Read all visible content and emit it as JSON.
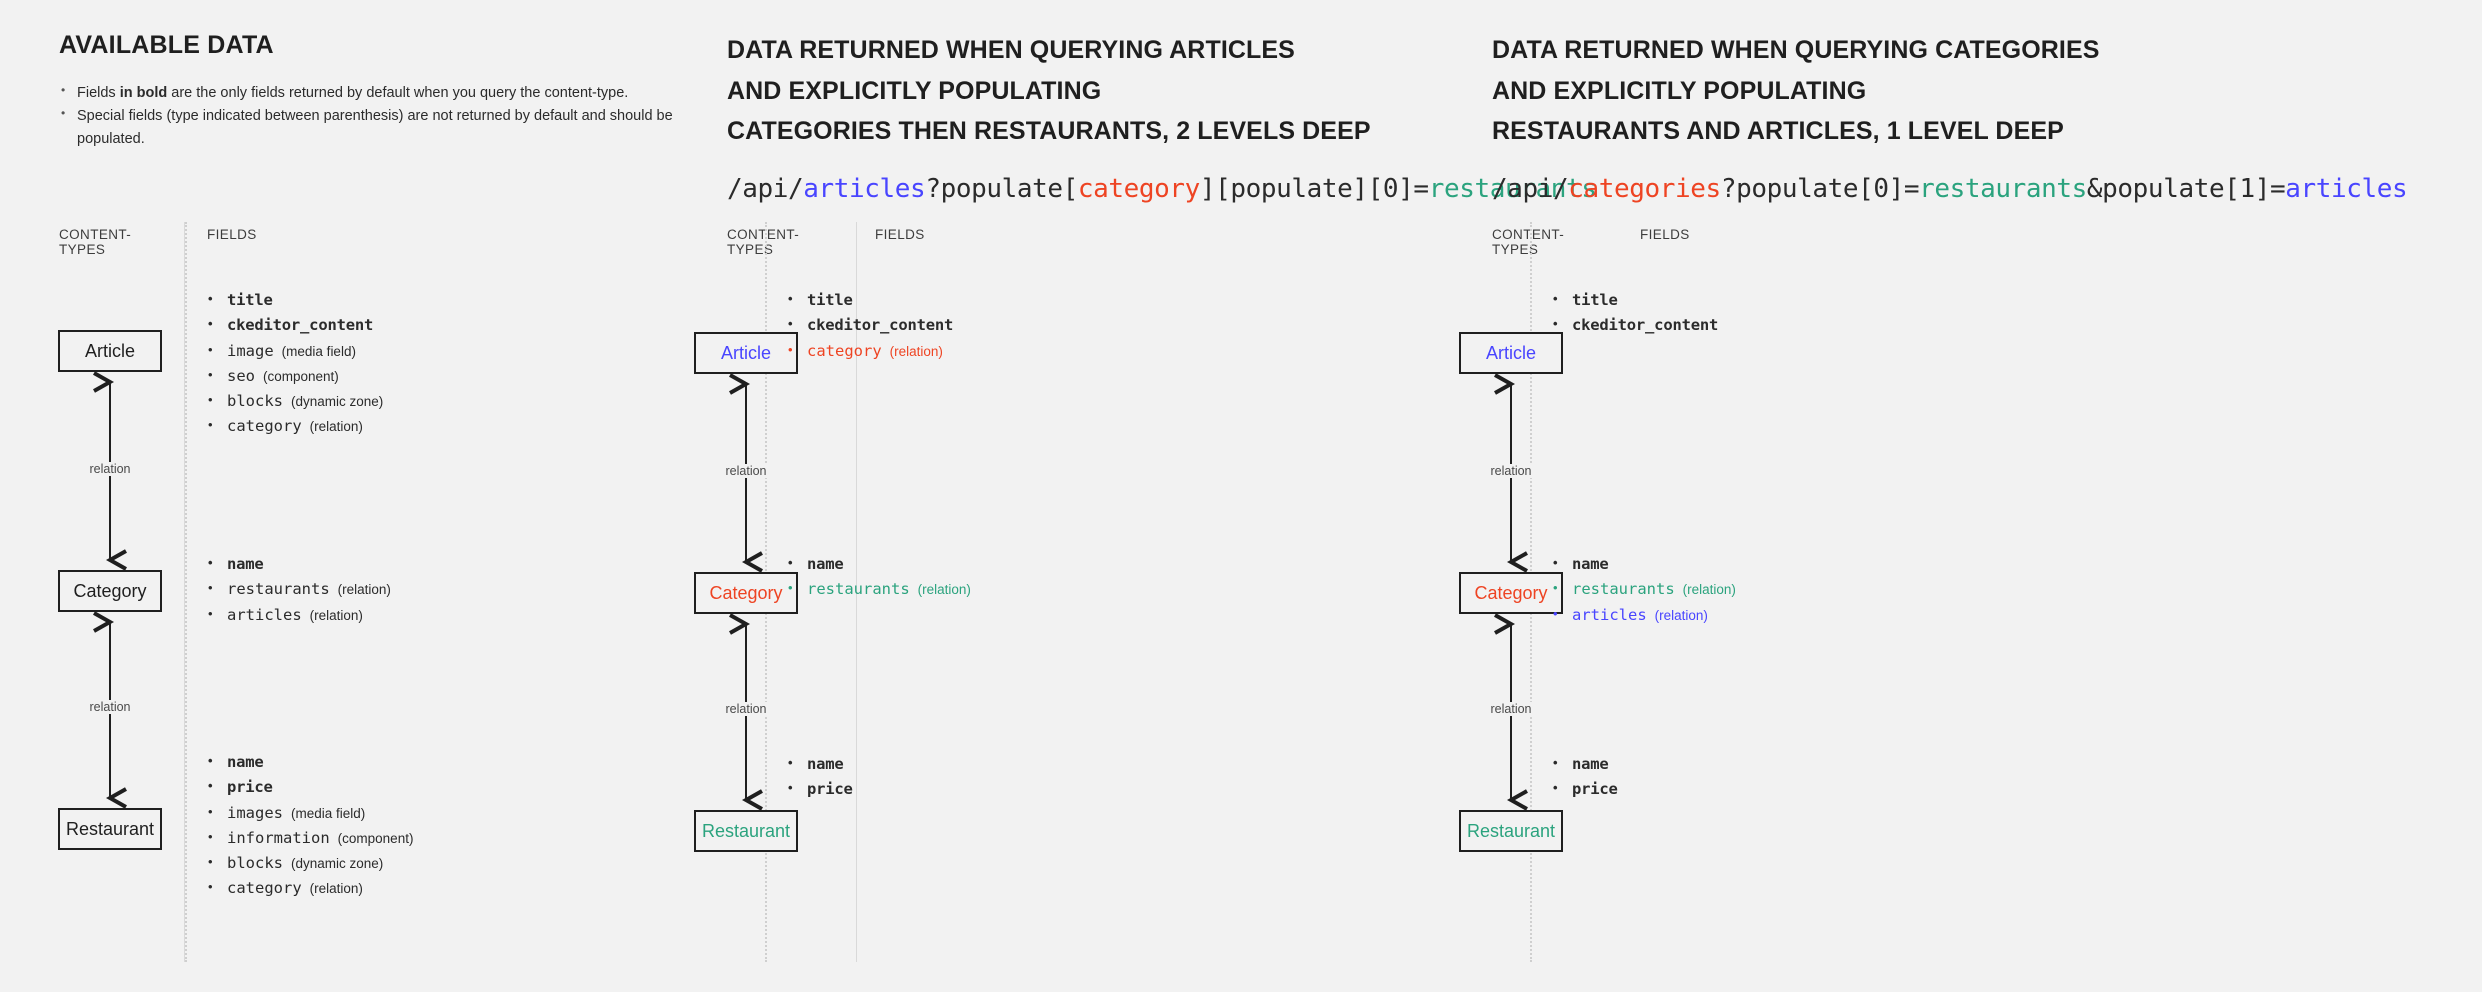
{
  "colors": {
    "background": "#f2f2f2",
    "text": "#242424",
    "blue": "#4945ff",
    "red": "#ee4423",
    "teal": "#2ba37e",
    "border": "#1f1f1f",
    "muted": "#4a4a4a"
  },
  "column_headers": {
    "content_types": "CONTENT-TYPES",
    "fields": "FIELDS"
  },
  "relation_label": "relation",
  "panels": [
    {
      "id": "available-data",
      "title": "AVAILABLE DATA",
      "notes": [
        {
          "pre": "Fields ",
          "bold": "in bold",
          "post": " are the only fields returned by default when you query the content-type."
        },
        {
          "pre": "Special fields (type indicated between parenthesis) are not returned by default and should be populated.",
          "bold": "",
          "post": ""
        }
      ],
      "entities": [
        {
          "name": "Article",
          "color": "black"
        },
        {
          "name": "Category",
          "color": "black"
        },
        {
          "name": "Restaurant",
          "color": "black"
        }
      ],
      "field_groups": [
        [
          {
            "name": "title",
            "type": "",
            "bold": true,
            "color": "black"
          },
          {
            "name": "ckeditor_content",
            "type": "",
            "bold": true,
            "color": "black"
          },
          {
            "name": "image",
            "type": "(media field)",
            "bold": false,
            "color": "black"
          },
          {
            "name": "seo",
            "type": "(component)",
            "bold": false,
            "color": "black"
          },
          {
            "name": "blocks",
            "type": "(dynamic zone)",
            "bold": false,
            "color": "black"
          },
          {
            "name": "category",
            "type": "(relation)",
            "bold": false,
            "color": "black"
          }
        ],
        [
          {
            "name": "name",
            "type": "",
            "bold": true,
            "color": "black"
          },
          {
            "name": "restaurants",
            "type": "(relation)",
            "bold": false,
            "color": "black"
          },
          {
            "name": "articles",
            "type": "(relation)",
            "bold": false,
            "color": "black"
          }
        ],
        [
          {
            "name": "name",
            "type": "",
            "bold": true,
            "color": "black"
          },
          {
            "name": "price",
            "type": "",
            "bold": true,
            "color": "black"
          },
          {
            "name": "images",
            "type": "(media field)",
            "bold": false,
            "color": "black"
          },
          {
            "name": "information",
            "type": "(component)",
            "bold": false,
            "color": "black"
          },
          {
            "name": "blocks",
            "type": "(dynamic zone)",
            "bold": false,
            "color": "black"
          },
          {
            "name": "category",
            "type": "(relation)",
            "bold": false,
            "color": "black"
          }
        ]
      ]
    },
    {
      "id": "query-articles",
      "title_lines": [
        {
          "text": "DATA RETURNED WHEN QUERYING ",
          "accent": "ARTICLES",
          "accent_color": "blue"
        },
        {
          "text": "AND EXPLICITLY POPULATING",
          "accent": "",
          "accent_color": ""
        },
        {
          "text": "CATEGORIES THEN RESTAURANTS, 2 LEVELS DEEP",
          "accent": "",
          "accent_color": ""
        }
      ],
      "endpoint": [
        {
          "t": "/api/",
          "c": "plain"
        },
        {
          "t": "articles",
          "c": "blue"
        },
        {
          "t": "?populate[",
          "c": "plain"
        },
        {
          "t": "category",
          "c": "red"
        },
        {
          "t": "][populate][0]=",
          "c": "plain"
        },
        {
          "t": "restaurants",
          "c": "teal"
        }
      ],
      "entities": [
        {
          "name": "Article",
          "color": "blue"
        },
        {
          "name": "Category",
          "color": "red"
        },
        {
          "name": "Restaurant",
          "color": "teal"
        }
      ],
      "field_groups": [
        [
          {
            "name": "title",
            "type": "",
            "bold": true,
            "color": "black"
          },
          {
            "name": "ckeditor_content",
            "type": "",
            "bold": true,
            "color": "black"
          },
          {
            "name": "category",
            "type": "(relation)",
            "bold": false,
            "color": "red"
          }
        ],
        [
          {
            "name": "name",
            "type": "",
            "bold": true,
            "color": "black"
          },
          {
            "name": "restaurants",
            "type": "(relation)",
            "bold": false,
            "color": "teal"
          }
        ],
        [
          {
            "name": "name",
            "type": "",
            "bold": true,
            "color": "black"
          },
          {
            "name": "price",
            "type": "",
            "bold": true,
            "color": "black"
          }
        ]
      ]
    },
    {
      "id": "query-categories",
      "title_lines": [
        {
          "text": "DATA RETURNED WHEN QUERYING ",
          "accent": "CATEGORIES",
          "accent_color": "red"
        },
        {
          "text": "AND EXPLICITLY POPULATING",
          "accent": "",
          "accent_color": ""
        },
        {
          "text": "RESTAURANTS AND ARTICLES, 1 LEVEL DEEP",
          "accent": "",
          "accent_color": ""
        }
      ],
      "endpoint": [
        {
          "t": "/api/",
          "c": "plain"
        },
        {
          "t": "categories",
          "c": "red"
        },
        {
          "t": "?populate[0]=",
          "c": "plain"
        },
        {
          "t": "restaurants",
          "c": "teal"
        },
        {
          "t": "&populate[1]=",
          "c": "plain"
        },
        {
          "t": "articles",
          "c": "blue"
        }
      ],
      "entities": [
        {
          "name": "Article",
          "color": "blue"
        },
        {
          "name": "Category",
          "color": "red"
        },
        {
          "name": "Restaurant",
          "color": "teal"
        }
      ],
      "field_groups": [
        [
          {
            "name": "title",
            "type": "",
            "bold": true,
            "color": "black"
          },
          {
            "name": "ckeditor_content",
            "type": "",
            "bold": true,
            "color": "black"
          }
        ],
        [
          {
            "name": "name",
            "type": "",
            "bold": true,
            "color": "black"
          },
          {
            "name": "restaurants",
            "type": "(relation)",
            "bold": false,
            "color": "teal"
          },
          {
            "name": "articles",
            "type": "(relation)",
            "bold": false,
            "color": "blue"
          }
        ],
        [
          {
            "name": "name",
            "type": "",
            "bold": true,
            "color": "black"
          },
          {
            "name": "price",
            "type": "",
            "bold": true,
            "color": "black"
          }
        ]
      ]
    }
  ]
}
